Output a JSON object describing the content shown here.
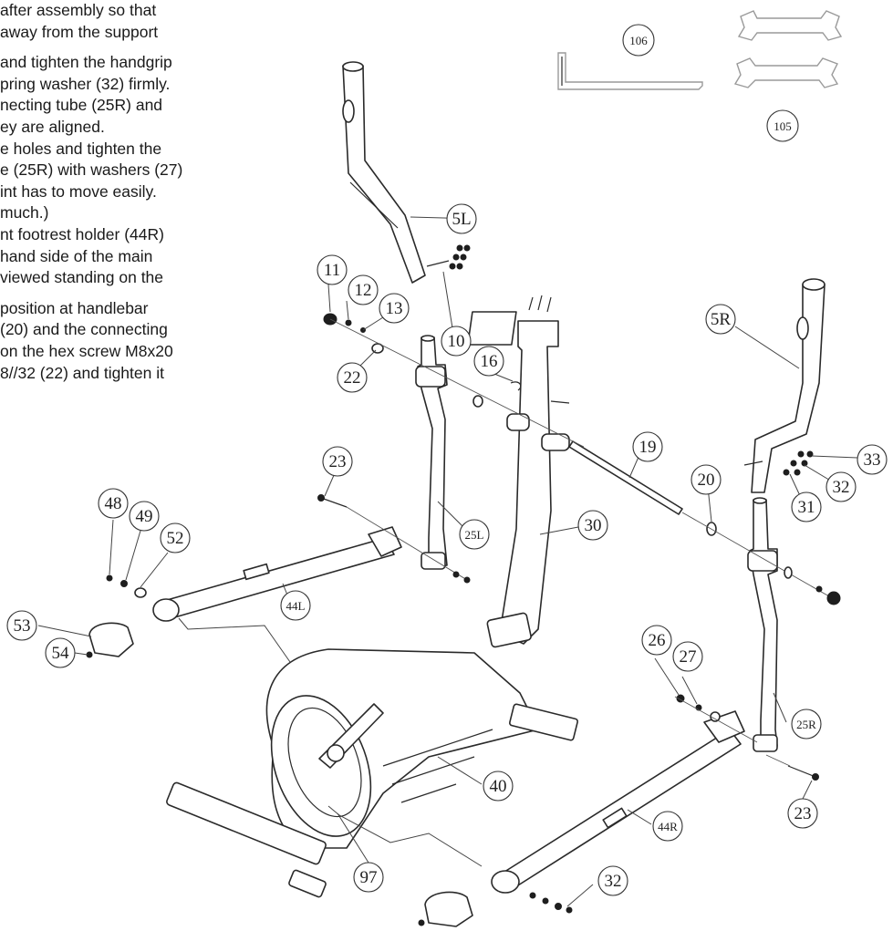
{
  "instructions": {
    "lines": [
      " after assembly so that",
      "away from the support",
      "",
      " and tighten the handgrip",
      "pring washer (32) firmly.",
      "necting tube (25R) and",
      "ey are aligned.",
      "e holes and tighten the",
      "e (25R) with washers (27)",
      "int has to move easily.",
      "much.)",
      "nt footrest holder (44R)",
      "hand side of the main",
      "viewed standing on the",
      "",
      "position at handlebar",
      " (20) and the connecting",
      " on the hex screw M8x20",
      "8//32 (22) and tighten it"
    ]
  },
  "callouts": {
    "p106": "106",
    "p105": "105",
    "p5L": "5L",
    "p5R": "5R",
    "p11": "11",
    "p12": "12",
    "p13": "13",
    "p10": "10",
    "p22": "22",
    "p16": "16",
    "p19": "19",
    "p33": "33",
    "p32a": "32",
    "p31": "31",
    "p20": "20",
    "p23a": "23",
    "p25L": "25L",
    "p30": "30",
    "p48": "48",
    "p49": "49",
    "p52": "52",
    "p44L": "44L",
    "p53": "53",
    "p54": "54",
    "p26": "26",
    "p27": "27",
    "p25R": "25R",
    "p40": "40",
    "p44R": "44R",
    "p23b": "23",
    "p97": "97",
    "p32b": "32"
  },
  "icons": {
    "allen_key": "allen-key-icon",
    "wrench": "wrench-icon"
  }
}
